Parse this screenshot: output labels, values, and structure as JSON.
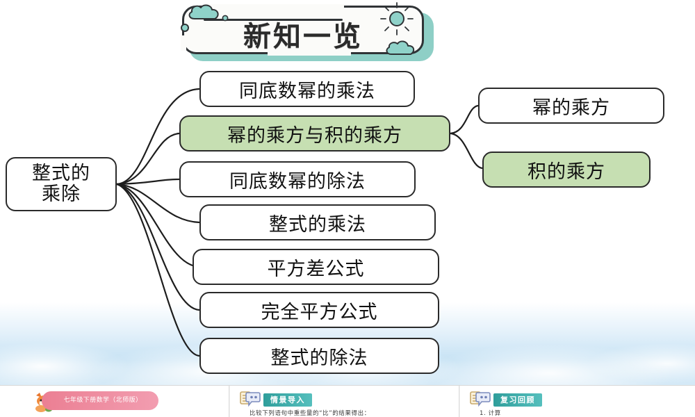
{
  "slide": {
    "title": "新知一览"
  },
  "mindmap": {
    "root": {
      "line1": "整式的",
      "line2": "乘除"
    },
    "branches": [
      {
        "label": "同底数幂的乘法",
        "highlight": false
      },
      {
        "label": "幂的乘方与积的乘方",
        "highlight": true
      },
      {
        "label": "同底数幂的除法",
        "highlight": false
      },
      {
        "label": "整式的乘法",
        "highlight": false
      },
      {
        "label": "平方差公式",
        "highlight": false
      },
      {
        "label": "完全平方公式",
        "highlight": false
      },
      {
        "label": "整式的除法",
        "highlight": false
      }
    ],
    "sub_branches": [
      {
        "label": "幂的乘方",
        "highlight": false
      },
      {
        "label": "积的乘方",
        "highlight": true
      }
    ]
  },
  "colors": {
    "highlight_fill": "#c6dfb2",
    "node_border": "#2a2a2a",
    "title_accent": "#8ecfc6",
    "pill_pink": "#eb7f93",
    "chip_teal": "#2f9e9b"
  },
  "thumbnails": [
    {
      "name": "course-title",
      "pill_label": "七年级下册数学（北师版）",
      "icon": "fox-icon"
    },
    {
      "name": "scenario-intro",
      "chip_label": "情景导入",
      "icon": "speech-bubble-icon",
      "body_text": "比较下列语句中重些量的“比”的结果得出："
    },
    {
      "name": "review-recall",
      "chip_label": "复习回顾",
      "icon": "speech-bubble-icon",
      "body_text": "1. 计算"
    }
  ]
}
